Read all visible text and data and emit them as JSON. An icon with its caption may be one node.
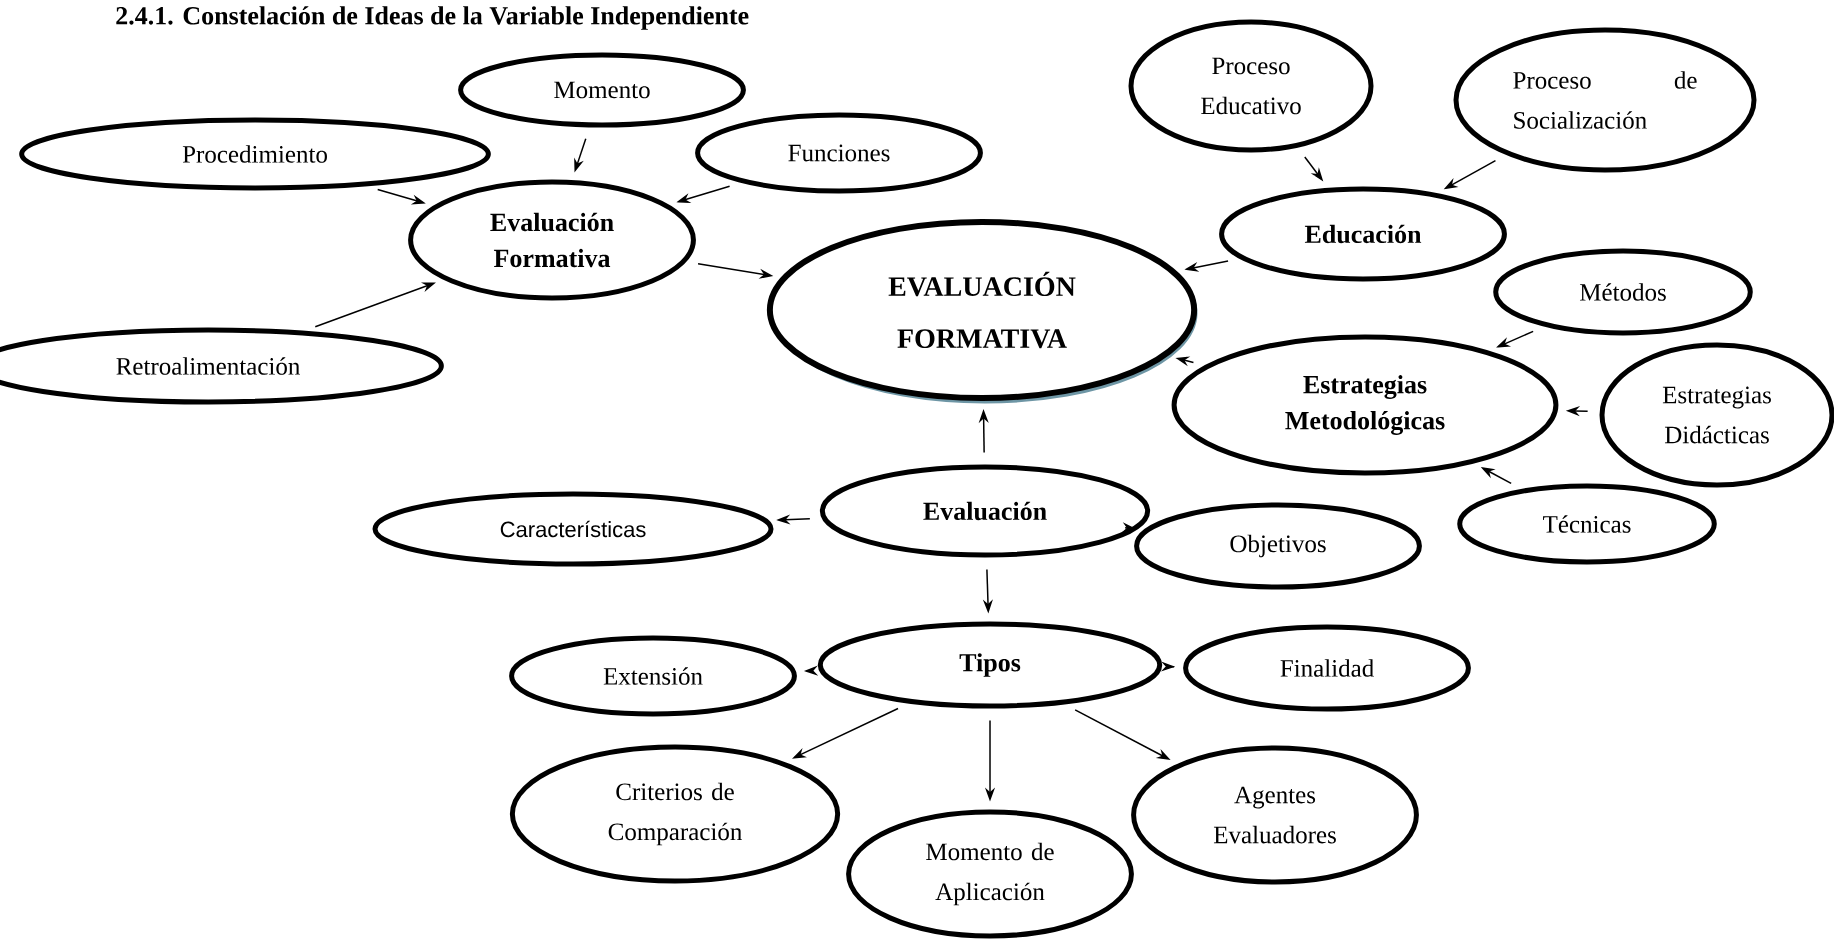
{
  "diagram": {
    "title": "2.4.1. Constelación de Ideas de la Variable Independiente",
    "nodes": [
      {
        "text": [
          "Momento"
        ]
      },
      {
        "text": [
          "Procedimiento"
        ]
      },
      {
        "text": [
          "Funciones"
        ]
      },
      {
        "text": [
          "Evaluación Formativa"
        ]
      },
      {
        "text": [
          "Retroalimentación"
        ]
      },
      {
        "text": [
          "Proceso Educativo"
        ]
      },
      {
        "text": [
          "Proceso de Socialización"
        ]
      },
      {
        "text": [
          "Educación"
        ]
      },
      {
        "text": [
          "EVALUACIÓN FORMATIVA"
        ]
      },
      {
        "text": [
          "Métodos"
        ]
      },
      {
        "text": [
          "Estrategias Metodológicas"
        ]
      },
      {
        "text": [
          "Estrategias Didácticas"
        ]
      },
      {
        "text": [
          "Técnicas"
        ]
      },
      {
        "text": [
          "Características"
        ]
      },
      {
        "text": [
          "Evaluación"
        ]
      },
      {
        "text": [
          "Objetivos"
        ]
      },
      {
        "text": [
          "Tipos"
        ]
      },
      {
        "text": [
          "Extensión"
        ]
      },
      {
        "text": [
          "Finalidad"
        ]
      },
      {
        "text": [
          "Criterios de Comparación"
        ]
      },
      {
        "text": [
          "Momento de Aplicación"
        ]
      },
      {
        "text": [
          "Agentes Evaluadores"
        ]
      }
    ],
    "edges": [
      {
        "from": 0,
        "to": 3,
        "arrow": "to"
      },
      {
        "from": 1,
        "to": 3,
        "arrow": "to"
      },
      {
        "from": 2,
        "to": 3,
        "arrow": "to"
      },
      {
        "from": 4,
        "to": 3,
        "arrow": "to"
      },
      {
        "from": 3,
        "to": 8,
        "arrow": "to"
      },
      {
        "from": 5,
        "to": 7,
        "arrow": "to"
      },
      {
        "from": 6,
        "to": 7,
        "arrow": "to"
      },
      {
        "from": 7,
        "to": 8,
        "arrow": "to"
      },
      {
        "from": 9,
        "to": 10,
        "arrow": "to"
      },
      {
        "from": 11,
        "to": 10,
        "arrow": "to"
      },
      {
        "from": 12,
        "to": 10,
        "arrow": "to"
      },
      {
        "from": 10,
        "to": 8,
        "arrow": "to"
      },
      {
        "from": 14,
        "to": 8,
        "arrow": "to"
      },
      {
        "from": 14,
        "to": 13,
        "arrow": "to"
      },
      {
        "from": 14,
        "to": 15,
        "arrow": "to"
      },
      {
        "from": 14,
        "to": 16,
        "arrow": "to"
      },
      {
        "from": 16,
        "to": 17,
        "arrow": "to"
      },
      {
        "from": 16,
        "to": 18,
        "arrow": "to"
      },
      {
        "from": 16,
        "to": 19,
        "arrow": "to"
      },
      {
        "from": 16,
        "to": 20,
        "arrow": "to"
      },
      {
        "from": 16,
        "to": 21,
        "arrow": "to"
      }
    ]
  }
}
